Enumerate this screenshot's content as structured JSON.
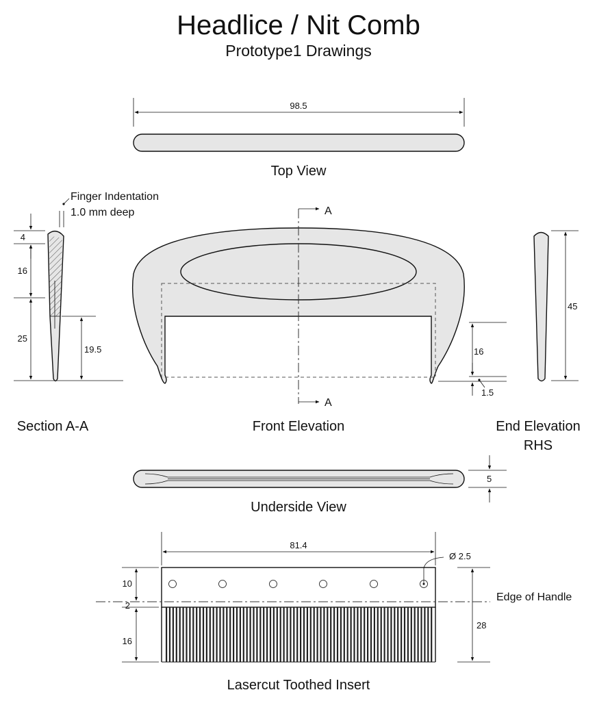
{
  "title": "Headlice / Nit Comb",
  "subtitle": "Prototype1 Drawings",
  "views": {
    "top": "Top View",
    "section": "Section A-A",
    "front": "Front Elevation",
    "end_line1": "End Elevation",
    "end_line2": "RHS",
    "underside": "Underside View",
    "insert": "Lasercut Toothed Insert"
  },
  "annotations": {
    "finger_line1": "Finger Indentation",
    "finger_line2": "1.0 mm deep",
    "section_marker": "A",
    "hole_dia": "Ø 2.5",
    "edge_of_handle": "Edge of Handle"
  },
  "dimensions": {
    "top_width": "98.5",
    "sec_4": "4",
    "sec_16": "16",
    "sec_25": "25",
    "sec_19_5": "19.5",
    "front_16": "16",
    "front_1_5": "1.5",
    "end_45": "45",
    "under_5": "5",
    "insert_width": "81.4",
    "insert_10": "10",
    "insert_2": "2",
    "insert_16": "16",
    "insert_28": "28"
  },
  "colors": {
    "fill": "#e6e6e6",
    "line": "#111111"
  }
}
